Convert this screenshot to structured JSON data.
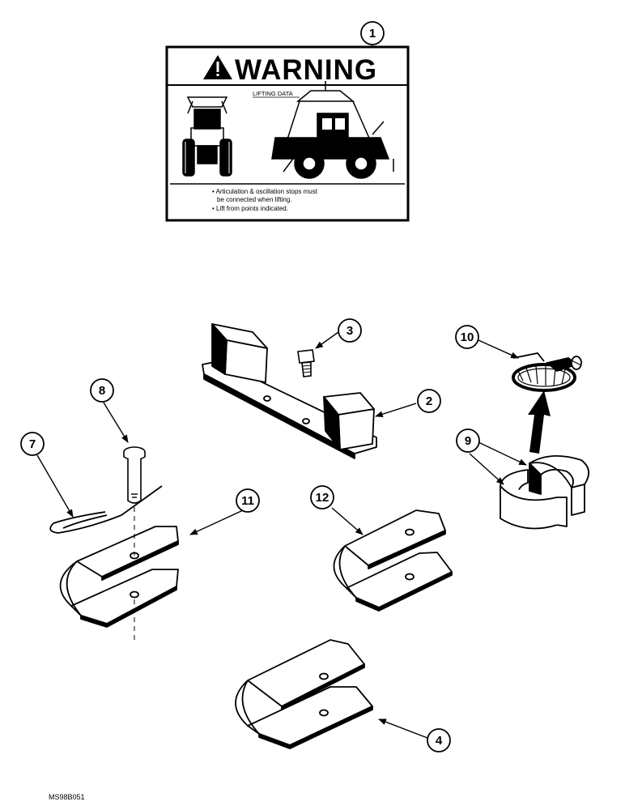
{
  "decal": {
    "title": "WARNING",
    "subtitle": "LIFTING DATA",
    "bullets": [
      "• Articulation & oscillation stops must",
      "be connected when lifting.",
      "• Lift from points indicated."
    ]
  },
  "callouts": [
    "1",
    "2",
    "3",
    "4",
    "7",
    "8",
    "9",
    "10",
    "11",
    "12"
  ],
  "reference": "MS98B051"
}
